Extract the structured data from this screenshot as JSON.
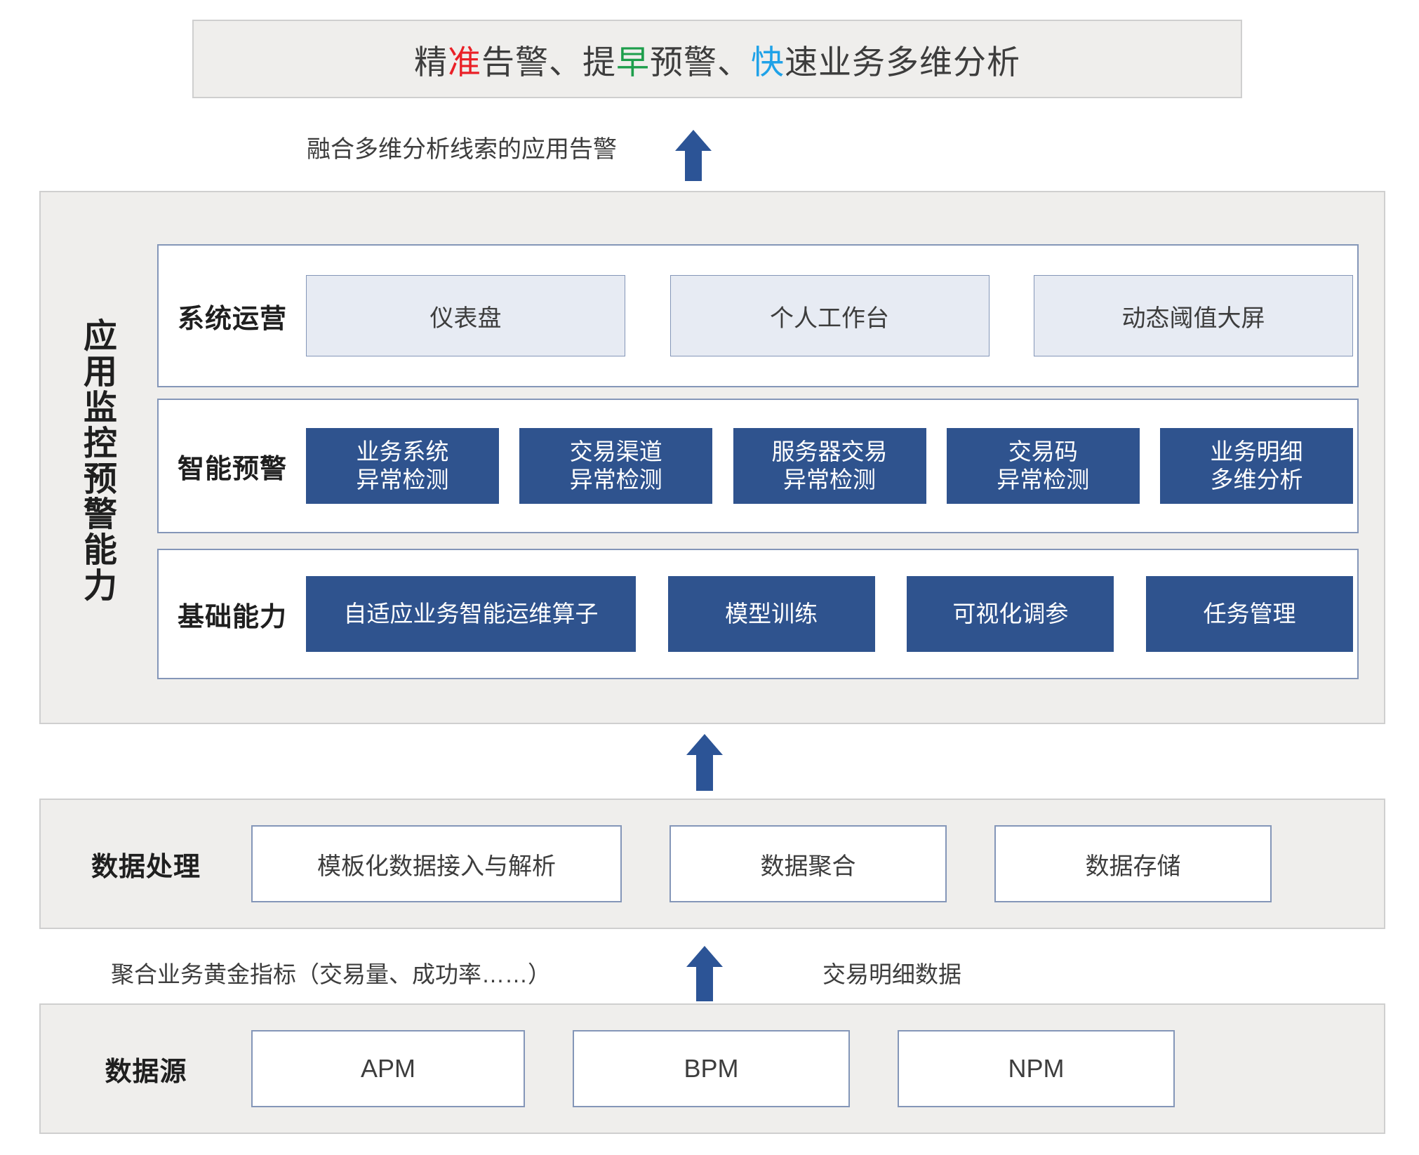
{
  "title": {
    "segments": [
      {
        "text": "精",
        "color": "#3d3d3d"
      },
      {
        "text": "准",
        "color": "#ea2027"
      },
      {
        "text": "告警、提",
        "color": "#3d3d3d"
      },
      {
        "text": "早",
        "color": "#1d9e4b"
      },
      {
        "text": "预警、",
        "color": "#3d3d3d"
      },
      {
        "text": "快",
        "color": "#1fa2e8"
      },
      {
        "text": "速业务多维分析",
        "color": "#3d3d3d"
      }
    ],
    "full_text": "精准告警、提早预警、快速业务多维分析"
  },
  "flow": {
    "top_arrow_label": "融合多维分析线索的应用告警",
    "mid_caption_left": "聚合业务黄金指标（交易量、成功率……）",
    "mid_caption_right": "交易明细数据",
    "arrow_color": "#2c5496"
  },
  "main_panel": {
    "vertical_label": "应用监控预警能力",
    "rows": [
      {
        "label": "系统运营",
        "style": "light",
        "items": [
          {
            "text": "仪表盘"
          },
          {
            "text": "个人工作台"
          },
          {
            "text": "动态阈值大屏"
          }
        ]
      },
      {
        "label": "智能预警",
        "style": "blue",
        "items": [
          {
            "text": "业务系统\n异常检测"
          },
          {
            "text": "交易渠道\n异常检测"
          },
          {
            "text": "服务器交易\n异常检测"
          },
          {
            "text": "交易码\n异常检测"
          },
          {
            "text": "业务明细\n多维分析"
          }
        ]
      },
      {
        "label": "基础能力",
        "style": "blue",
        "items": [
          {
            "text": "自适应业务智能运维算子"
          },
          {
            "text": "模型训练"
          },
          {
            "text": "可视化调参"
          },
          {
            "text": "任务管理"
          }
        ]
      }
    ]
  },
  "data_processing": {
    "label": "数据处理",
    "items": [
      {
        "text": "模板化数据接入与解析"
      },
      {
        "text": "数据聚合"
      },
      {
        "text": "数据存储"
      }
    ]
  },
  "data_source": {
    "label": "数据源",
    "items": [
      {
        "text": "APM"
      },
      {
        "text": "BPM"
      },
      {
        "text": "NPM"
      }
    ]
  },
  "colors": {
    "panel_bg": "#efeeec",
    "panel_border": "#cfcfcf",
    "card_border": "#8496b8",
    "chip_light_bg": "#e7ebf3",
    "chip_blue_bg": "#2f538e",
    "accent_red": "#ea2027",
    "accent_green": "#1d9e4b",
    "accent_blue": "#1fa2e8"
  }
}
